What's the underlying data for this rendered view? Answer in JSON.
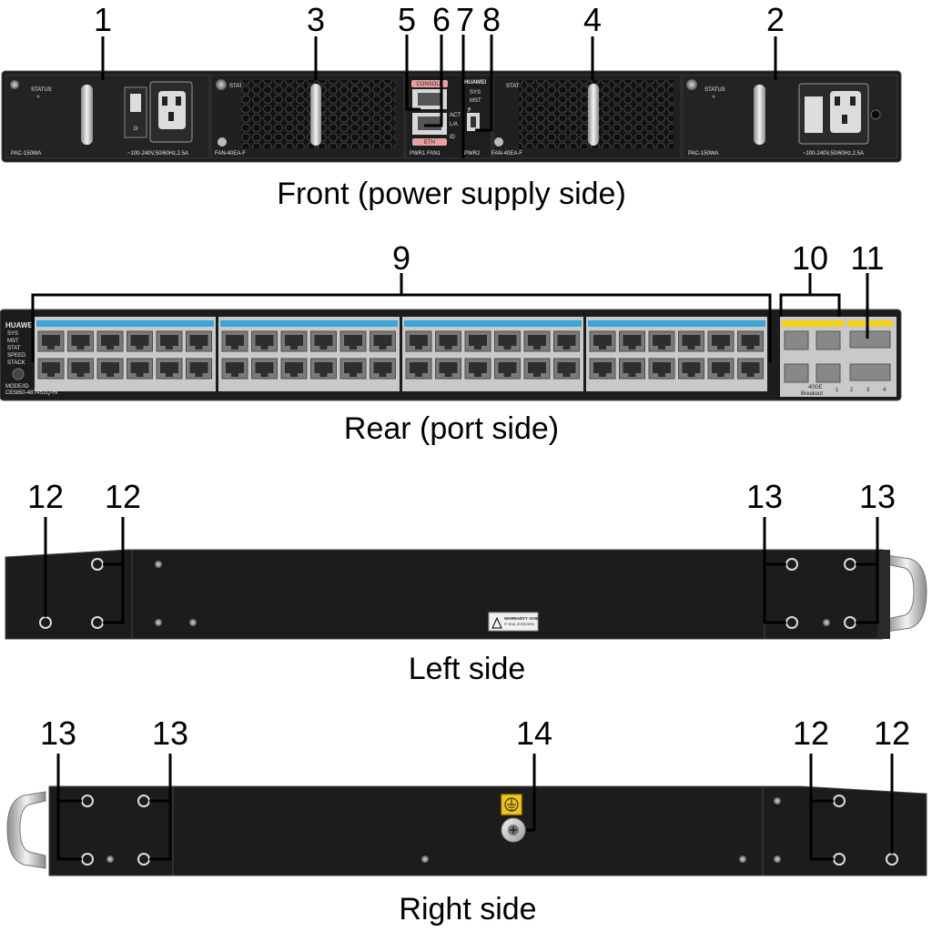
{
  "captions": {
    "front": "Front (power supply side)",
    "rear": "Rear (port side)",
    "left": "Left side",
    "right": "Right side"
  },
  "callouts": {
    "front": [
      "1",
      "3",
      "5",
      "6",
      "7",
      "8",
      "4",
      "2"
    ],
    "rear": [
      "9",
      "10",
      "11"
    ],
    "left": [
      "12",
      "12",
      "13",
      "13"
    ],
    "right": [
      "13",
      "13",
      "14",
      "12",
      "12"
    ]
  },
  "front_panel": {
    "status_label": "STATUS",
    "psu_model": "PAC-150WA",
    "psu_rating": "~100-240V,50/60Hz,2.5A",
    "fan_model": "FAN-40EA-F",
    "console_label": "CONSOLE",
    "eth_label": "ETH",
    "act_label": "ACT",
    "la_label": "L/A",
    "id_label": "ID",
    "brand": "HUAWEI",
    "sys_label": "SYS",
    "mst_label": "MST",
    "pwr_fan_label": "PWR1 FAN1",
    "pwr2_label": "PWR2",
    "usb_symbol": "⭍"
  },
  "rear_panel": {
    "brand": "HUAWEI",
    "leds": [
      "SYS",
      "MST",
      "STAT",
      "SPEED",
      "STACK"
    ],
    "mode_label": "MODE/ID",
    "model": "CE5850-48T4S2Q-HI",
    "breakout_label": "40GE",
    "breakout_sub": "Breakout",
    "breakout_nums": [
      "1",
      "2",
      "3",
      "4"
    ]
  },
  "left_panel": {
    "warranty_title": "WARRANTY VOID",
    "warranty_sub": "IF SEAL IS BROKEN"
  },
  "colors": {
    "chassis": "#1c1c1c",
    "port_label_strip": "#3aa6d8",
    "sfp_label_strip": "#f2d21a",
    "ground_label": "#f2c511"
  }
}
